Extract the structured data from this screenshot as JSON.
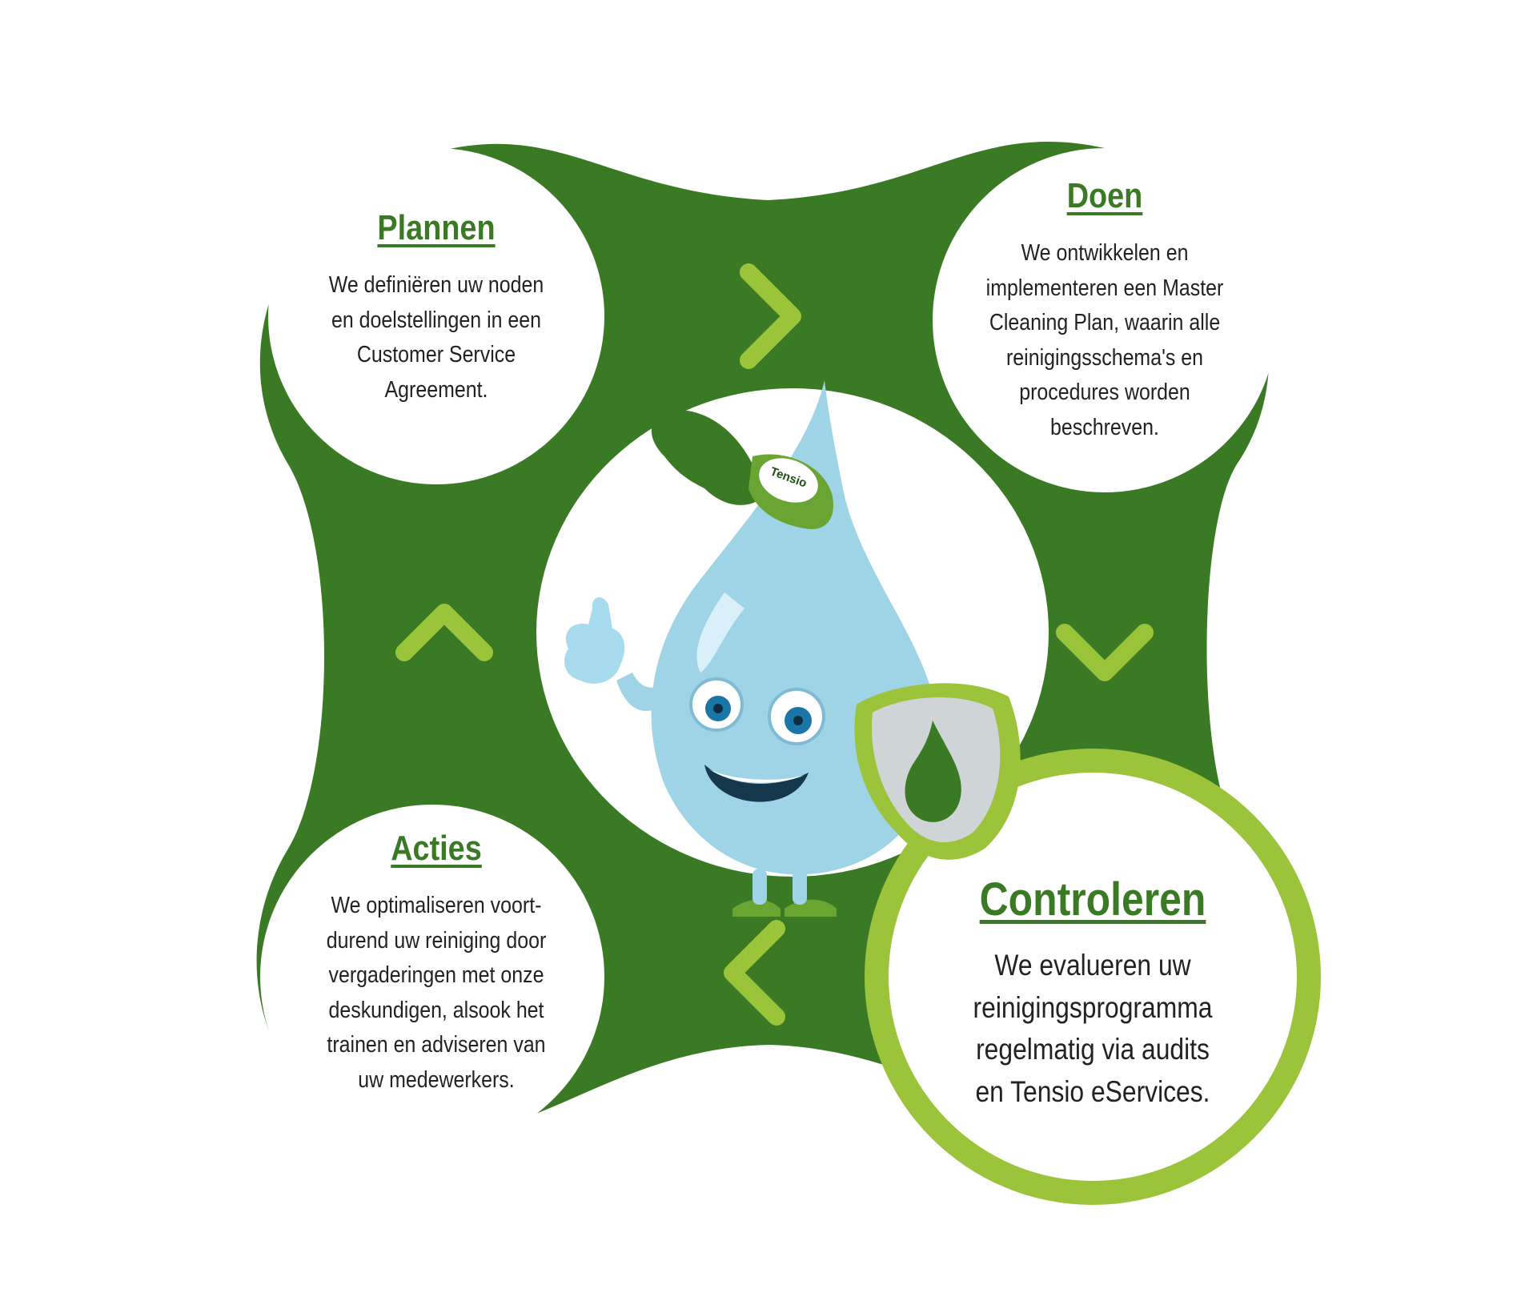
{
  "colors": {
    "dark_green": "#3b7a24",
    "light_green": "#9bc43b",
    "title_green": "#3b7a24",
    "text": "#222222",
    "drop_body": "#9fd3e6",
    "drop_highlight": "#d9f0f8",
    "cap_green": "#6aa534",
    "shield_grey": "#cfd4d6"
  },
  "phases": {
    "plannen": {
      "title": "Plannen",
      "lines": [
        "We definiëren uw noden",
        "en doelstellingen in een",
        "Customer Service",
        "Agreement."
      ]
    },
    "doen": {
      "title": "Doen",
      "lines": [
        "We ontwikkelen en",
        "implementeren een Master",
        "Cleaning Plan, waarin alle",
        "reinigingsschema's en",
        "procedures worden",
        "beschreven."
      ]
    },
    "acties": {
      "title": "Acties",
      "lines": [
        "We optimaliseren voort-",
        "durend uw reiniging door",
        "vergaderingen met onze",
        "deskundigen, alsook het",
        "trainen en adviseren van",
        "uw medewerkers."
      ]
    },
    "controleren": {
      "title": "Controleren",
      "lines": [
        "We evalueren uw",
        "reinigingsprogramma",
        "regelmatig via audits",
        "en Tensio eServices."
      ]
    }
  },
  "mascot": {
    "cap_logo_text": "Tensio",
    "icons": [
      "water-drop-mascot",
      "cap",
      "shield-icon",
      "thumbs-up-hand"
    ]
  },
  "arrows": [
    "arrow-right-icon",
    "arrow-down-icon",
    "arrow-left-icon",
    "arrow-up-icon"
  ]
}
